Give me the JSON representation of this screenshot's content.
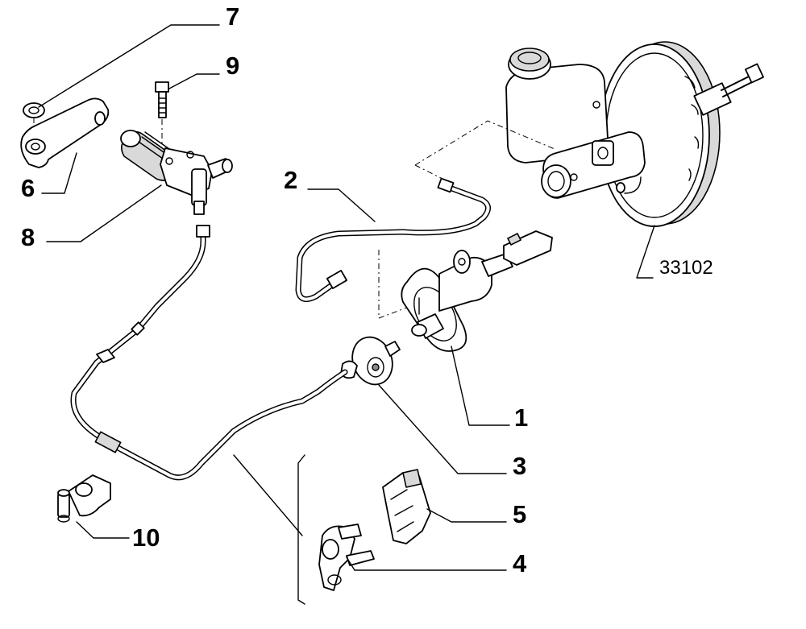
{
  "callouts": {
    "c1": "1",
    "c2": "2",
    "c3": "3",
    "c4": "4",
    "c5": "5",
    "c6": "6",
    "c7": "7",
    "c8": "8",
    "c9": "9",
    "c10": "10",
    "ref": "33102"
  }
}
